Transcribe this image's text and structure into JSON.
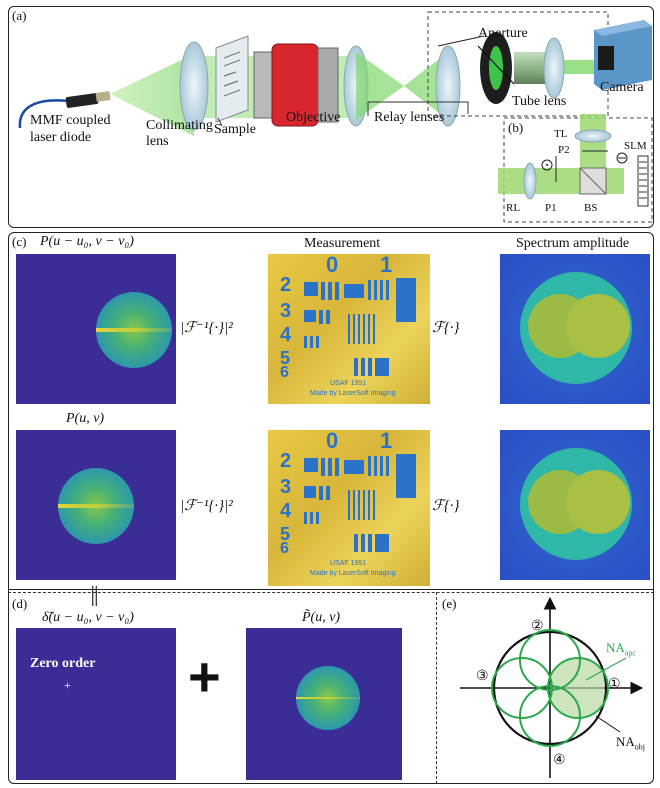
{
  "panel_a": {
    "label": "(a)",
    "source": "MMF coupled\nlaser diode",
    "collimating": "Collimating\nlens",
    "sample": "Sample",
    "objective": "Objective",
    "relay": "Relay lenses",
    "aperture": "Aperture",
    "tube": "Tube lens",
    "camera": "Camera"
  },
  "panel_b": {
    "label": "(b)",
    "tl": "TL",
    "p2": "P2",
    "slm": "SLM",
    "rl": "RL",
    "p1": "P1",
    "bs": "BS"
  },
  "panel_c": {
    "label": "(c)",
    "pupil_shifted": "P(u − u₀, v − v₀)",
    "pupil": "P(u, v)",
    "measurement": "Measurement",
    "spectrum": "Spectrum amplitude",
    "op_inverse": "|ℱ⁻¹{·}|²",
    "op_forward": "ℱ{·}",
    "chart_title": "USAF 1951",
    "chart_credit": "Made by LaserSoft Imaging",
    "chart_digits": [
      "0",
      "1",
      "2",
      "3",
      "4",
      "5",
      "6"
    ]
  },
  "panel_d": {
    "label": "(d)",
    "delta": "δ̃(u − u₀, v − v₀)",
    "ptilde": "P̃(u, v)",
    "zero_order": "Zero order",
    "plus": "+",
    "equals": "||"
  },
  "panel_e": {
    "label": "(e)",
    "na_apc": "NA",
    "na_apc_sub": "apc",
    "na_obj": "NA",
    "na_obj_sub": "obj",
    "numbers": [
      "①",
      "②",
      "③",
      "④"
    ]
  },
  "colors": {
    "pupil_bg": "#3b2d96",
    "beam": "#7bd36a",
    "circle_green": "#2aa84a",
    "laser": "#d42030"
  }
}
